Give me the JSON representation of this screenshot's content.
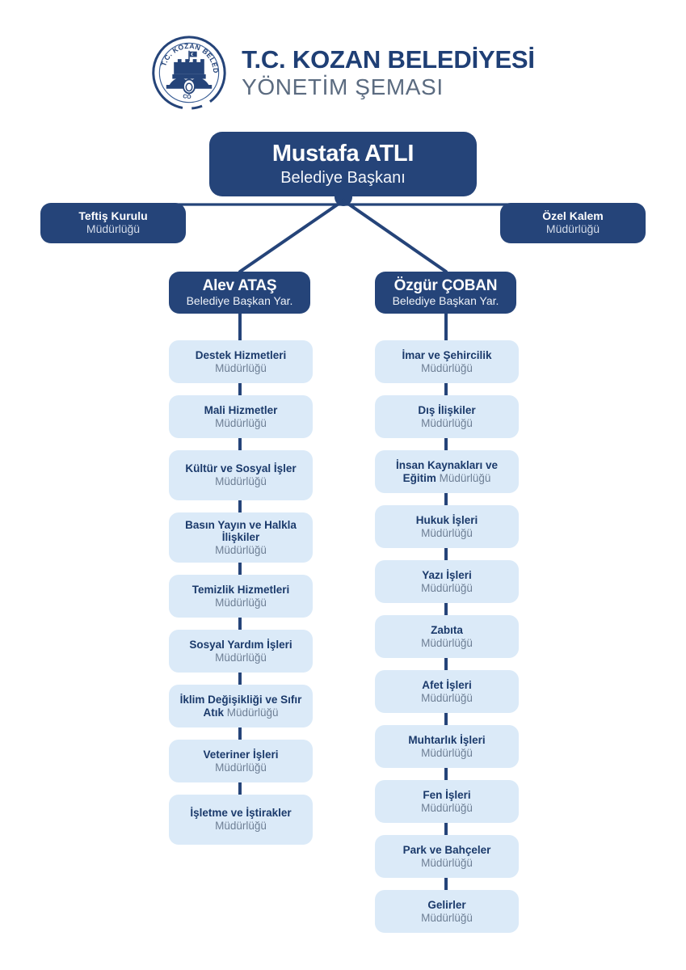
{
  "header": {
    "title": "T.C. KOZAN BELEDİYESİ",
    "subtitle": "YÖNETİM ŞEMASI",
    "logo": {
      "icon": "kozan-municipality-seal",
      "ring_text": "T.C. KOZAN BELEDİYESİ",
      "bottom_text": "CÖ"
    }
  },
  "colors": {
    "navy": "#254479",
    "light_blue": "#dbeaf8",
    "title_navy": "#1f3f75",
    "subtitle_gray": "#5b6b80",
    "muted_text": "#6e7f95",
    "page_background": "#ffffff"
  },
  "president": {
    "name": "Mustafa ATLI",
    "title": "Belediye Başkanı"
  },
  "staff_units": [
    {
      "name": "Teftiş Kurulu",
      "suffix": "Müdürlüğü"
    },
    {
      "name": "Özel Kalem",
      "suffix": "Müdürlüğü"
    }
  ],
  "deputies": [
    {
      "name": "Alev ATAŞ",
      "title": "Belediye Başkan Yar.",
      "departments": [
        {
          "name": "Destek Hizmetleri",
          "suffix": "Müdürlüğü",
          "inline": false
        },
        {
          "name": "Mali Hizmetler",
          "suffix": "Müdürlüğü",
          "inline": false
        },
        {
          "name": "Kültür ve Sosyal İşler",
          "suffix": "Müdürlüğü",
          "inline": false
        },
        {
          "name": "Basın Yayın ve Halkla İlişkiler",
          "suffix": "Müdürlüğü",
          "inline": false
        },
        {
          "name": "Temizlik Hizmetleri",
          "suffix": "Müdürlüğü",
          "inline": false
        },
        {
          "name": "Sosyal Yardım İşleri",
          "suffix": "Müdürlüğü",
          "inline": false
        },
        {
          "name": "İklim Değişikliği ve Sıfır Atık",
          "suffix": "Müdürlüğü",
          "inline": true
        },
        {
          "name": "Veteriner İşleri",
          "suffix": "Müdürlüğü",
          "inline": false
        },
        {
          "name": "İşletme ve İştirakler",
          "suffix": "Müdürlüğü",
          "inline": false
        }
      ]
    },
    {
      "name": "Özgür ÇOBAN",
      "title": "Belediye Başkan Yar.",
      "departments": [
        {
          "name": "İmar ve Şehircilik",
          "suffix": "Müdürlüğü",
          "inline": false
        },
        {
          "name": "Dış İlişkiler",
          "suffix": "Müdürlüğü",
          "inline": false
        },
        {
          "name": "İnsan Kaynakları ve Eğitim",
          "suffix": "Müdürlüğü",
          "inline": true
        },
        {
          "name": "Hukuk İşleri",
          "suffix": "Müdürlüğü",
          "inline": false
        },
        {
          "name": "Yazı İşleri",
          "suffix": "Müdürlüğü",
          "inline": false
        },
        {
          "name": "Zabıta",
          "suffix": "Müdürlüğü",
          "inline": false
        },
        {
          "name": "Afet İşleri",
          "suffix": "Müdürlüğü",
          "inline": false
        },
        {
          "name": "Muhtarlık İşleri",
          "suffix": "Müdürlüğü",
          "inline": false
        },
        {
          "name": "Fen İşleri",
          "suffix": "Müdürlüğü",
          "inline": false
        },
        {
          "name": "Park ve Bahçeler",
          "suffix": "Müdürlüğü",
          "inline": false
        },
        {
          "name": "Gelirler",
          "suffix": "Müdürlüğü",
          "inline": false
        }
      ]
    }
  ]
}
